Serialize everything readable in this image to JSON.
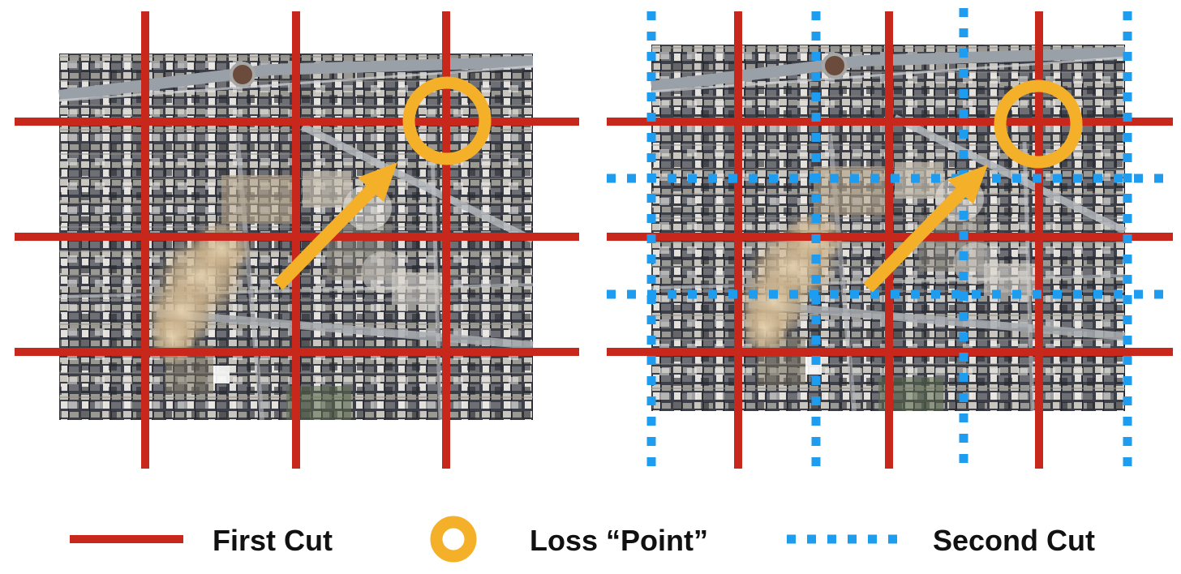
{
  "colors": {
    "first_cut": "#c8281c",
    "second_cut": "#1e9cf0",
    "loss_point": "#f5b02a",
    "arrow": "#f5b02a",
    "background": "#ffffff"
  },
  "panels": [
    {
      "name": "first-cut-panel",
      "image_description_icon": "satellite-image"
    },
    {
      "name": "first-and-second-cut-panel",
      "image_description_icon": "satellite-image"
    }
  ],
  "legend": {
    "first_cut_label": "First Cut",
    "loss_point_label": "Loss “Point”",
    "second_cut_label": "Second Cut"
  }
}
